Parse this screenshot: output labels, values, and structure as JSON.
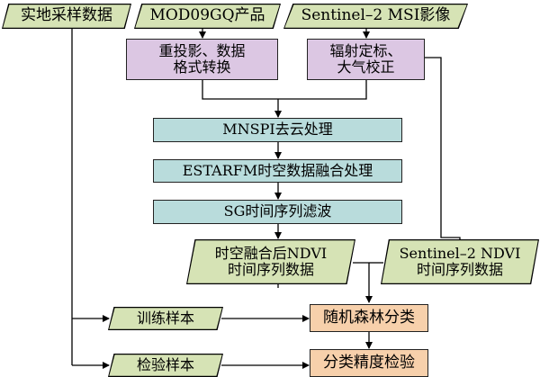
{
  "nodes": {
    "field_samples": "实地采样数据",
    "mod09gq": "MOD09GQ产品",
    "sentinel_msi": "Sentinel–2 MSI影像",
    "reproject_line1": "重投影、数据",
    "reproject_line2": "格式转换",
    "radcal_line1": "辐射定标、",
    "radcal_line2": "大气校正",
    "mnspi": "MNSPI去云处理",
    "estarfm": "ESTARFM时空数据融合处理",
    "sg_filter": "SG时间序列滤波",
    "fused_ndvi_line1": "时空融合后NDVI",
    "fused_ndvi_line2": "时间序列数据",
    "s2_ndvi_line1": "Sentinel–2 NDVI",
    "s2_ndvi_line2": "时间序列数据",
    "training_samples": "训练样本",
    "rf_classification": "随机森林分类",
    "validation_samples": "检验样本",
    "accuracy_check": "分类精度检验"
  },
  "colors": {
    "green": "#d6e3b5",
    "purple": "#dcc7e3",
    "teal": "#b9dcdc",
    "orange": "#f7d0ab",
    "line": "#000000"
  }
}
